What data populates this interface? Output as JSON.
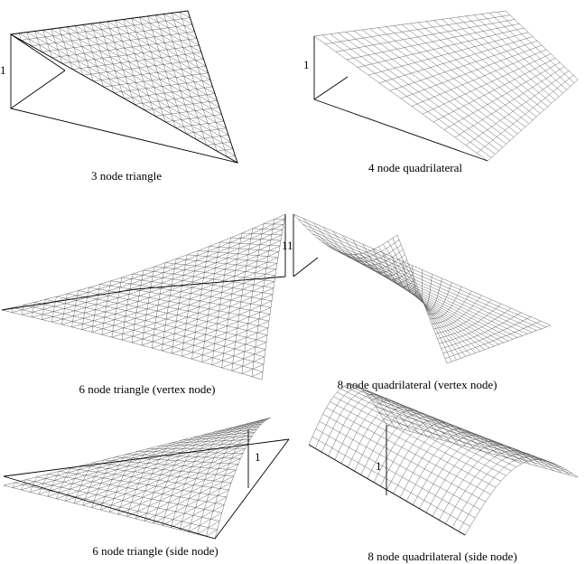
{
  "panels": [
    {
      "id": "tri3",
      "caption": "3 node triangle",
      "height_label": "1"
    },
    {
      "id": "quad4",
      "caption": "4 node quadrilateral",
      "height_label": "1"
    },
    {
      "id": "tri6v",
      "caption": "6 node triangle (vertex node)",
      "height_label": "1"
    },
    {
      "id": "quad8v",
      "caption": "8 node  quadrilateral (vertex node)",
      "height_label": "1"
    },
    {
      "id": "tri6s",
      "caption": "6 node triangle (side node)",
      "height_label": "1"
    },
    {
      "id": "quad8s",
      "caption": "8 node  quadrilateral (side node)",
      "height_label": "1"
    }
  ],
  "colors": {
    "line": "#000000",
    "mesh": "#555555",
    "background": "#ffffff"
  }
}
